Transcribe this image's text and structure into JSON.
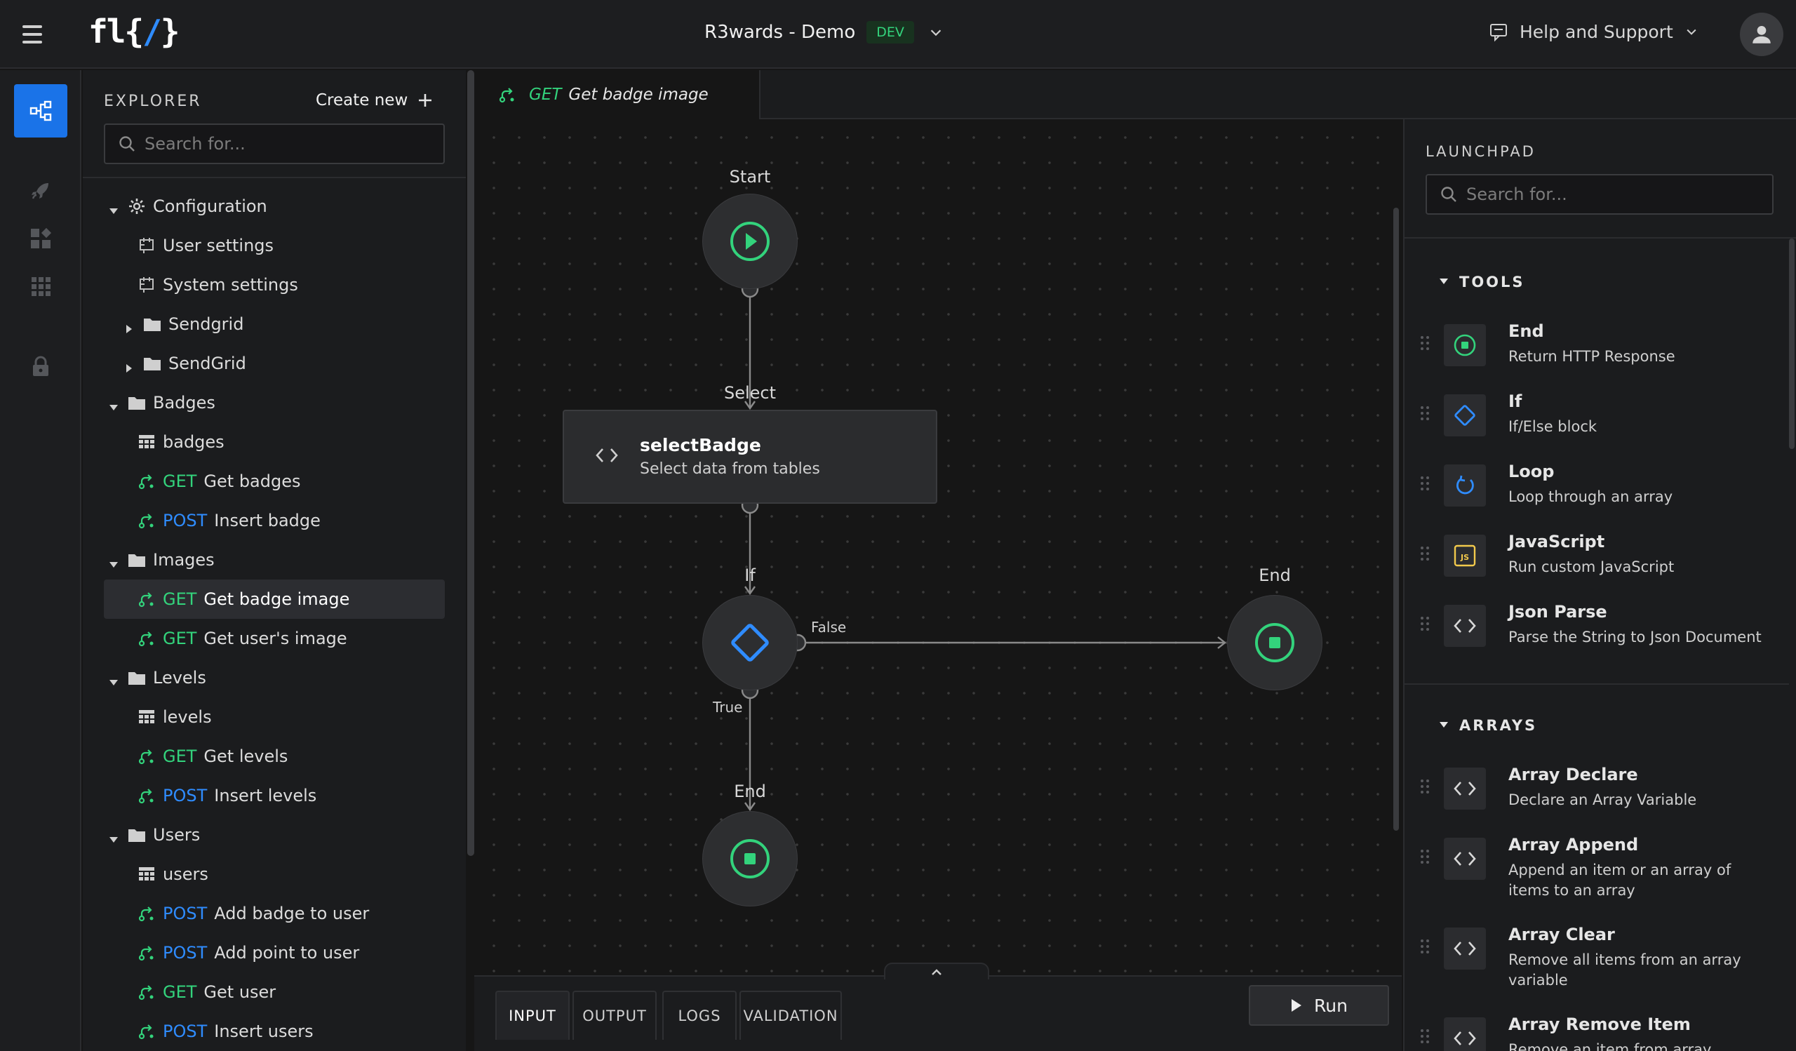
{
  "app": {
    "logo": "fl{/}",
    "project_title": "R3wards - Demo",
    "env_badge": "DEV",
    "help_label": "Help and Support"
  },
  "colors": {
    "accent_blue": "#1a73e8",
    "get_green": "#33d37c",
    "post_blue": "#2f8cff",
    "bg": "#161616",
    "panel": "#1b1c1e"
  },
  "rail": {
    "items": [
      {
        "icon": "flow-network-icon",
        "active": true
      },
      {
        "icon": "rocket-icon",
        "active": false
      },
      {
        "icon": "widgets-icon",
        "active": false
      },
      {
        "icon": "apps-grid-icon",
        "active": false
      },
      {
        "icon": "lock-icon",
        "active": false
      }
    ]
  },
  "explorer": {
    "header": "EXPLORER",
    "create_new": "Create new",
    "search_placeholder": "Search for...",
    "tree": [
      {
        "level": 0,
        "type": "group",
        "icon": "gear-icon",
        "label": "Configuration",
        "expanded": true
      },
      {
        "level": 1,
        "type": "settings",
        "icon": "settings-panel-icon",
        "label": "User settings"
      },
      {
        "level": 1,
        "type": "settings",
        "icon": "settings-panel-icon",
        "label": "System settings"
      },
      {
        "level": 1,
        "type": "folder",
        "icon": "folder-icon",
        "label": "Sendgrid",
        "expanded": false
      },
      {
        "level": 1,
        "type": "folder",
        "icon": "folder-icon",
        "label": "SendGrid",
        "expanded": false
      },
      {
        "level": 0,
        "type": "folder",
        "icon": "folder-icon",
        "label": "Badges",
        "expanded": true
      },
      {
        "level": 1,
        "type": "table",
        "icon": "table-icon",
        "label": "badges"
      },
      {
        "level": 1,
        "type": "endpoint",
        "method": "GET",
        "label": "Get badges"
      },
      {
        "level": 1,
        "type": "endpoint",
        "method": "POST",
        "label": "Insert badge"
      },
      {
        "level": 0,
        "type": "folder",
        "icon": "folder-icon",
        "label": "Images",
        "expanded": true
      },
      {
        "level": 1,
        "type": "endpoint",
        "method": "GET",
        "label": "Get badge image",
        "selected": true
      },
      {
        "level": 1,
        "type": "endpoint",
        "method": "GET",
        "label": "Get user's image"
      },
      {
        "level": 0,
        "type": "folder",
        "icon": "folder-icon",
        "label": "Levels",
        "expanded": true
      },
      {
        "level": 1,
        "type": "table",
        "icon": "table-icon",
        "label": "levels"
      },
      {
        "level": 1,
        "type": "endpoint",
        "method": "GET",
        "label": "Get levels"
      },
      {
        "level": 1,
        "type": "endpoint",
        "method": "POST",
        "label": "Insert levels"
      },
      {
        "level": 0,
        "type": "folder",
        "icon": "folder-icon",
        "label": "Users",
        "expanded": true
      },
      {
        "level": 1,
        "type": "table",
        "icon": "table-icon",
        "label": "users"
      },
      {
        "level": 1,
        "type": "endpoint",
        "method": "POST",
        "label": "Add badge to user"
      },
      {
        "level": 1,
        "type": "endpoint",
        "method": "POST",
        "label": "Add point to user"
      },
      {
        "level": 1,
        "type": "endpoint",
        "method": "GET",
        "label": "Get user"
      },
      {
        "level": 1,
        "type": "endpoint",
        "method": "POST",
        "label": "Insert users"
      }
    ]
  },
  "editor_tab": {
    "method": "GET",
    "label": "Get badge image"
  },
  "flow": {
    "start_label": "Start",
    "select_label": "Select",
    "select_title": "selectBadge",
    "select_desc": "Select data from tables",
    "if_label": "If",
    "false_label": "False",
    "true_label": "True",
    "end_right_label": "End",
    "end_bottom_label": "End"
  },
  "bottom_panel": {
    "tabs": [
      "INPUT",
      "OUTPUT",
      "LOGS",
      "VALIDATION"
    ],
    "active_tab": "INPUT",
    "run_label": "Run"
  },
  "launchpad": {
    "header": "LAUNCHPAD",
    "search_placeholder": "Search for...",
    "sections": [
      {
        "title": "TOOLS",
        "items": [
          {
            "title": "End",
            "desc": "Return HTTP Response",
            "icon": "end-stop-icon"
          },
          {
            "title": "If",
            "desc": "If/Else block",
            "icon": "diamond-icon"
          },
          {
            "title": "Loop",
            "desc": "Loop through an array",
            "icon": "loop-icon"
          },
          {
            "title": "JavaScript",
            "desc": "Run custom JavaScript",
            "icon": "javascript-icon"
          },
          {
            "title": "Json Parse",
            "desc": "Parse the String to Json Document",
            "icon": "code-icon"
          }
        ]
      },
      {
        "title": "ARRAYS",
        "items": [
          {
            "title": "Array Declare",
            "desc": "Declare an Array Variable",
            "icon": "code-icon"
          },
          {
            "title": "Array Append",
            "desc": "Append an item or an array of items to an array",
            "icon": "code-icon"
          },
          {
            "title": "Array Clear",
            "desc": "Remove all items from an array variable",
            "icon": "code-icon"
          },
          {
            "title": "Array Remove Item",
            "desc": "Remove an item from array",
            "icon": "code-icon"
          }
        ]
      }
    ]
  }
}
